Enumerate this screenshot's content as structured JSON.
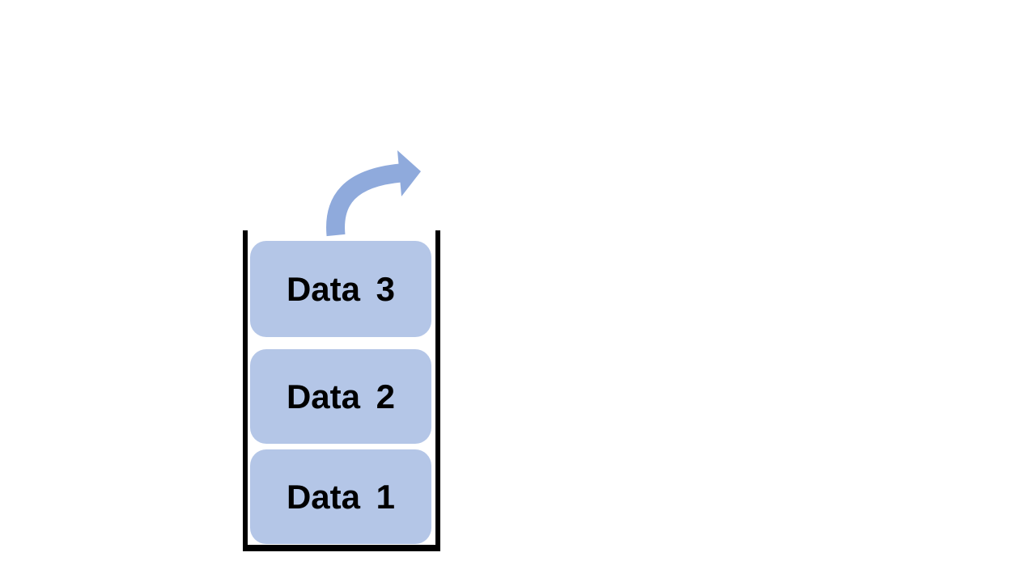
{
  "diagram": {
    "type": "stack-pop",
    "stack": {
      "items": [
        {
          "label": "Data 3"
        },
        {
          "label": "Data 2"
        },
        {
          "label": "Data 1"
        }
      ]
    },
    "icons": {
      "pop_arrow": "curved-arrow-up-right"
    },
    "colors": {
      "item_fill": "#b4c6e7",
      "arrow": "#8faadc",
      "container_border": "#000000",
      "label_text": "#000000",
      "background": "#ffffff"
    }
  }
}
